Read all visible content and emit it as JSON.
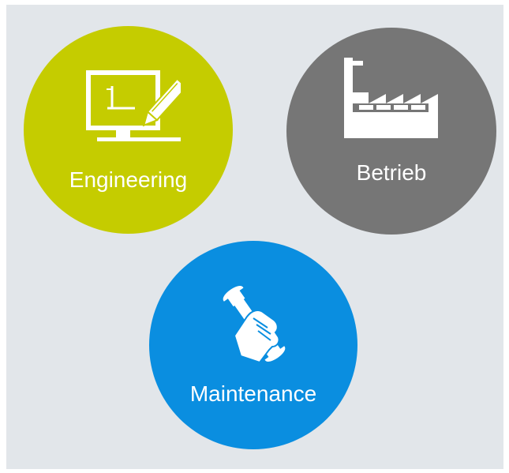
{
  "categories": [
    {
      "id": "engineering",
      "label": "Engineering",
      "icon": "monitor-pen-icon",
      "color": "#c5cc00"
    },
    {
      "id": "betrieb",
      "label": "Betrieb",
      "icon": "factory-icon",
      "color": "#767676"
    },
    {
      "id": "maintenance",
      "label": "Maintenance",
      "icon": "hand-wrench-icon",
      "color": "#0a8ee0"
    }
  ],
  "background": "#e2e6ea"
}
